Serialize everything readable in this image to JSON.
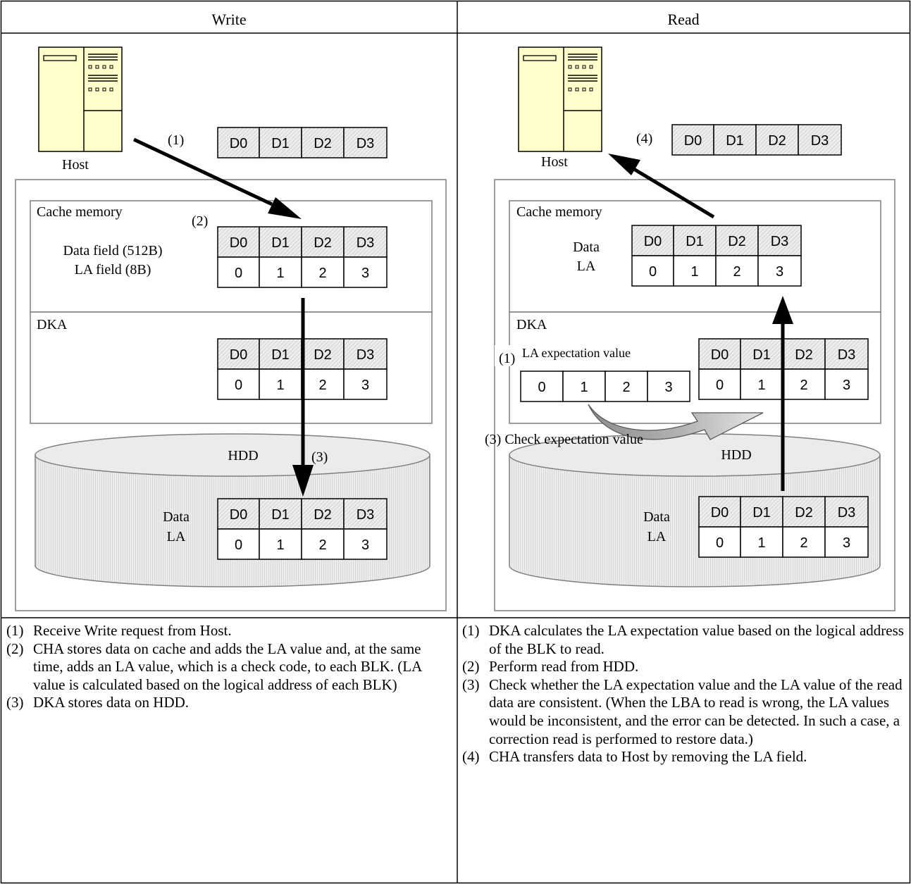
{
  "columns": {
    "write": "Write",
    "read": "Read"
  },
  "write": {
    "host_label": "Host",
    "step1": "(1)",
    "step2": "(2)",
    "step3": "(3)",
    "cache_title": "Cache memory",
    "data_field": "Data field (512B)",
    "la_field": "LA field (8B)",
    "dka_title": "DKA",
    "hdd_title": "HDD",
    "hdd_data": "Data",
    "hdd_la": "LA"
  },
  "read": {
    "host_label": "Host",
    "step1": "(1)",
    "step4": "(4)",
    "cache_title": "Cache memory",
    "cache_data": "Data",
    "cache_la": "LA",
    "dka_title": "DKA",
    "la_expectation": "LA expectation value",
    "check_expectation": "(3) Check expectation value",
    "hdd_title": "HDD",
    "hdd_data": "Data",
    "hdd_la": "LA"
  },
  "blocks": {
    "data": [
      "D0",
      "D1",
      "D2",
      "D3"
    ],
    "la": [
      "0",
      "1",
      "2",
      "3"
    ]
  },
  "write_steps": [
    {
      "num": "(1)",
      "text": "Receive Write request from Host."
    },
    {
      "num": "(2)",
      "text": "CHA stores data on cache and adds the LA value and, at the same time, adds an LA value, which is a check code, to each BLK. (LA value is calculated based on the logical address of each BLK)"
    },
    {
      "num": "(3)",
      "text": "DKA stores data on HDD."
    }
  ],
  "read_steps": [
    {
      "num": "(1)",
      "text": "DKA calculates the LA expectation value based on the logical address of the BLK to read."
    },
    {
      "num": "(2)",
      "text": "Perform read from HDD."
    },
    {
      "num": "(3)",
      "text": "Check whether the LA expectation value and the LA value of the read data are consistent. (When the LBA to read is wrong, the LA values would be inconsistent, and the error can be detected. In such a case, a correction read is performed to restore data.)"
    },
    {
      "num": "(4)",
      "text": "CHA transfers data to Host by removing the LA field."
    }
  ]
}
